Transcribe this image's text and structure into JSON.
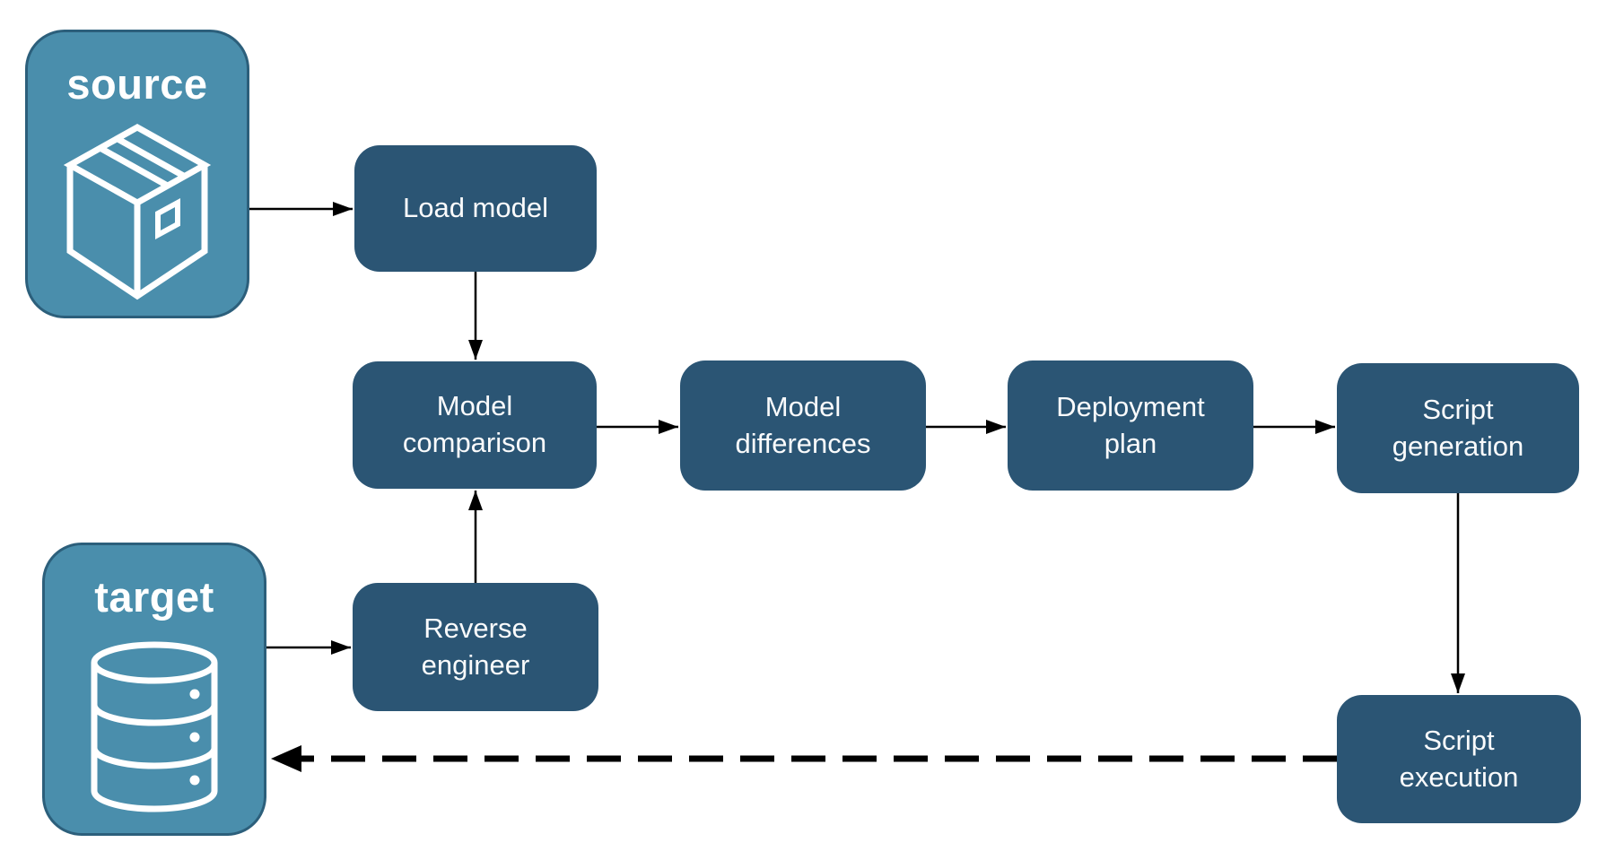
{
  "nodes": {
    "source": {
      "label": "source",
      "icon": "package-icon",
      "type": "endpoint"
    },
    "target": {
      "label": "target",
      "icon": "database-icon",
      "type": "endpoint"
    },
    "load_model": {
      "label": "Load model",
      "type": "process"
    },
    "model_comparison": {
      "label": "Model comparison",
      "type": "process"
    },
    "model_differences": {
      "label": "Model differences",
      "type": "process"
    },
    "deployment_plan": {
      "label": "Deployment plan",
      "type": "process"
    },
    "script_generation": {
      "label": "Script generation",
      "type": "process"
    },
    "reverse_engineer": {
      "label": "Reverse engineer",
      "type": "process"
    },
    "script_execution": {
      "label": "Script execution",
      "type": "process"
    }
  },
  "edges": [
    {
      "from": "source",
      "to": "load_model",
      "style": "solid"
    },
    {
      "from": "load_model",
      "to": "model_comparison",
      "style": "solid"
    },
    {
      "from": "target",
      "to": "reverse_engineer",
      "style": "solid"
    },
    {
      "from": "reverse_engineer",
      "to": "model_comparison",
      "style": "solid"
    },
    {
      "from": "model_comparison",
      "to": "model_differences",
      "style": "solid"
    },
    {
      "from": "model_differences",
      "to": "deployment_plan",
      "style": "solid"
    },
    {
      "from": "deployment_plan",
      "to": "script_generation",
      "style": "solid"
    },
    {
      "from": "script_generation",
      "to": "script_execution",
      "style": "solid"
    },
    {
      "from": "script_execution",
      "to": "target",
      "style": "dashed"
    }
  ],
  "colors": {
    "endpoint_fill": "#4A8EAC",
    "endpoint_border": "#2C5F7B",
    "process_fill": "#2B5574",
    "label_text": "#FFFFFF",
    "arrow": "#000000",
    "background": "#FFFFFF"
  }
}
